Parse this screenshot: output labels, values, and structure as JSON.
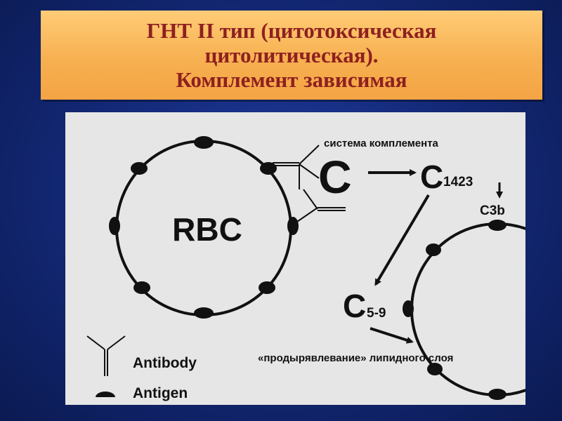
{
  "title": {
    "lines": [
      "ГНТ II тип (цитотоксическая",
      "цитолитическая).",
      "Комплемент зависимая"
    ]
  },
  "diagram": {
    "cell_label": "RBC",
    "complement_system_label": "система комплемента",
    "c_label": "C",
    "c1423_main": "C",
    "c1423_sub": "1423",
    "c3b_label": "C3b",
    "c59_main": "C",
    "c59_sub": "5-9",
    "perforation_label": "«продырявлевание» липидного слоя",
    "legend": {
      "antibody_label": "Antibody",
      "antigen_label": "Antigen"
    }
  },
  "colors": {
    "title_text": "#8e2020",
    "title_bg": "#f7b050",
    "panel_bg": "#e6e6e6",
    "ink": "#111111"
  }
}
